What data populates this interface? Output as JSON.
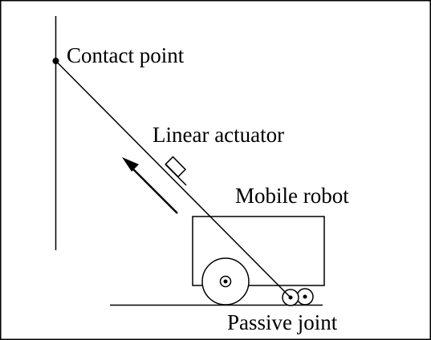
{
  "labels": {
    "contact_point": "Contact point",
    "linear_actuator": "Linear actuator",
    "mobile_robot": "Mobile robot",
    "passive_joint": "Passive joint"
  },
  "colors": {
    "stroke": "#000000",
    "background": "#ffffff"
  }
}
